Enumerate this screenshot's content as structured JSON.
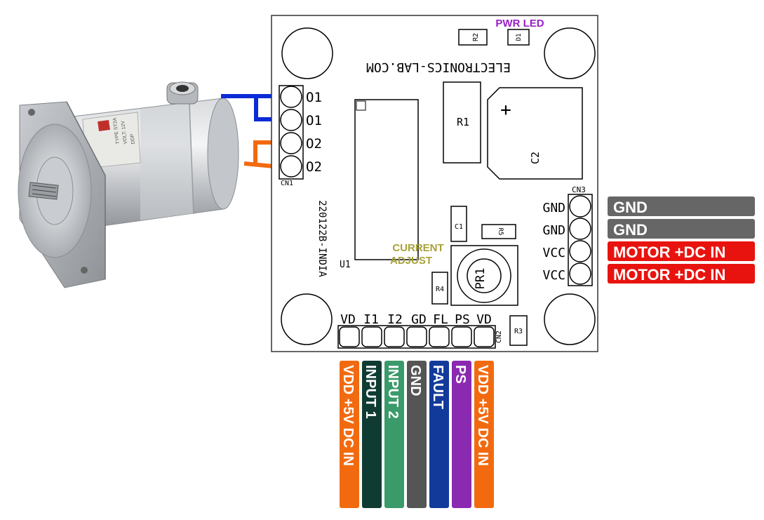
{
  "board": {
    "brand": "ELECTRONICS-LAB.COM",
    "code": "220122B-INDIA",
    "pwr_led_label": "PWR LED",
    "current_adjust_label": [
      "CURRENT",
      "ADJUST"
    ],
    "parts": {
      "r1": "R1",
      "r2": "R2",
      "r3": "R3",
      "r4": "R4",
      "r5": "R5",
      "d1": "D1",
      "c1": "C1",
      "c2": "C2",
      "c2_plus": "+",
      "pr1": "PR1",
      "u1": "U1",
      "cn1": "CN1",
      "cn2": "CN2",
      "cn3": "CN3"
    },
    "cn1_pins": [
      "O1",
      "O1",
      "O2",
      "O2"
    ],
    "cn3_pins": [
      "GND",
      "GND",
      "VCC",
      "VCC"
    ],
    "cn2_pins": [
      "VD",
      "I1",
      "I2",
      "GD",
      "FL",
      "PS",
      "VD"
    ]
  },
  "motor": {
    "label_lines": [
      "TYPE ST2A",
      "VOLT: 12V",
      "DDP"
    ]
  },
  "wires": {
    "o1_color": "#0a2bd6",
    "o2_color": "#f26a10"
  },
  "right_labels": [
    {
      "text": "GND",
      "color": "#666666"
    },
    {
      "text": "GND",
      "color": "#666666"
    },
    {
      "text": "MOTOR +DC IN",
      "color": "#e8130f"
    },
    {
      "text": "MOTOR +DC IN",
      "color": "#e8130f"
    }
  ],
  "bottom_labels": [
    {
      "text": "VDD +5V DC IN",
      "color": "#f26a10"
    },
    {
      "text": "INPUT 1",
      "color": "#0f3b33"
    },
    {
      "text": "INPUT 2",
      "color": "#3a9a6a"
    },
    {
      "text": "GND",
      "color": "#555555"
    },
    {
      "text": "FAULT",
      "color": "#123a9a"
    },
    {
      "text": "PS",
      "color": "#8a2ab0"
    },
    {
      "text": "VDD +5V DC IN",
      "color": "#f26a10"
    }
  ]
}
